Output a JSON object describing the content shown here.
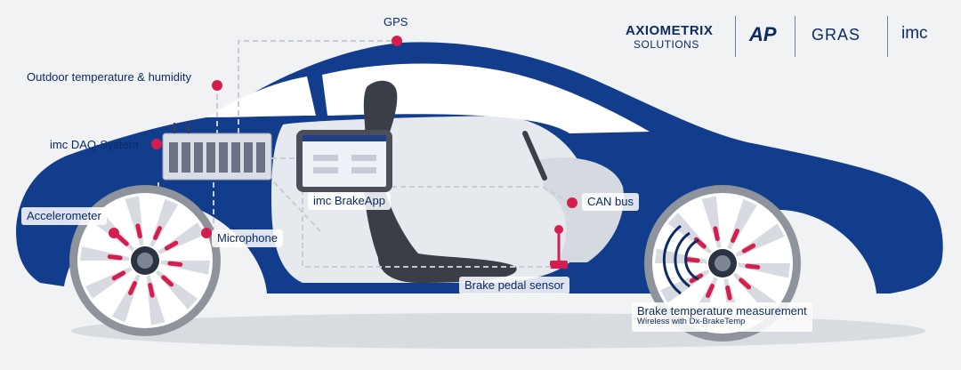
{
  "logos": {
    "axiometrix_main": "AXIOMETRIX",
    "axiometrix_sub": "SOLUTIONS",
    "ap": "AP",
    "gras": "GRAS",
    "imc": "imc"
  },
  "labels": {
    "gps": "GPS",
    "outdoor": "Outdoor temperature & humidity",
    "daq": "imc DAQ-System",
    "brakeapp": "imc BrakeApp",
    "accelerometer": "Accelerometer",
    "microphone": "Microphone",
    "canbus": "CAN bus",
    "pedal": "Brake pedal sensor",
    "braketemp": "Brake temperature measurement",
    "braketemp_sub": "Wireless with Dx-BrakeTemp"
  },
  "colors": {
    "car_blue": "#123c8c",
    "sensor_red": "#d41e4e",
    "background": "#f1f2f4"
  }
}
